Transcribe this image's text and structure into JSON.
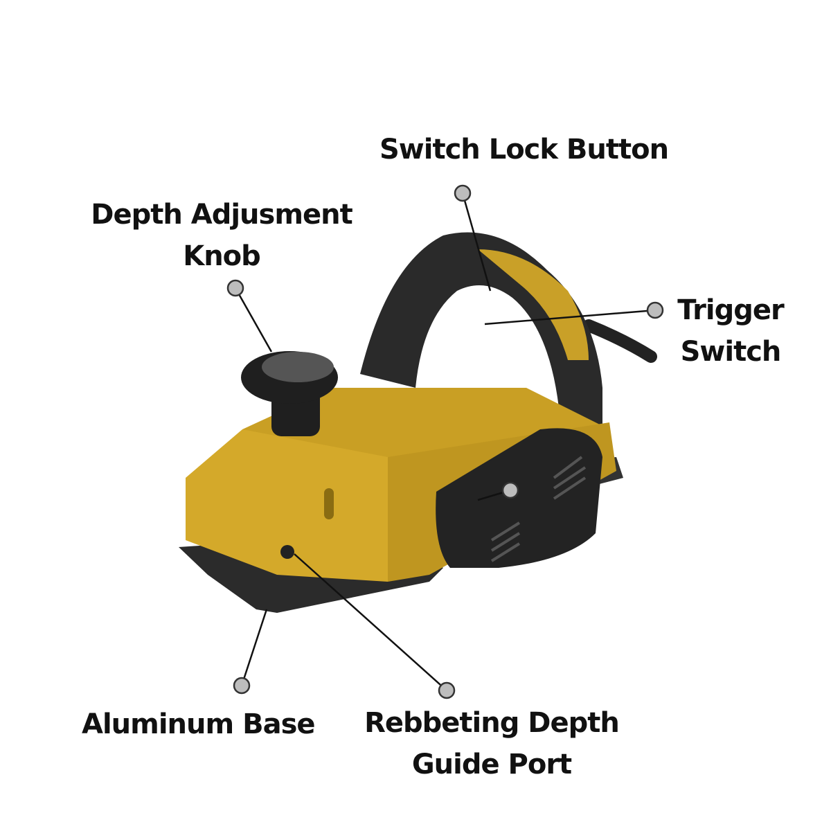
{
  "labels": {
    "switch_lock": "Switch Lock Button",
    "depth_knob_line1": "Depth Adjusment",
    "depth_knob_line2": "Knob",
    "trigger_line1": "Trigger",
    "trigger_line2": "Switch",
    "base": "Aluminum Base",
    "rebbeting_line1": "Rebbeting Depth",
    "rebbeting_line2": "Guide Port"
  },
  "colors": {
    "body": "#d4a92a",
    "body_shadow": "#a98418",
    "handle": "#2a2a2a",
    "marker": "#bdbdbd",
    "text": "#111111"
  }
}
